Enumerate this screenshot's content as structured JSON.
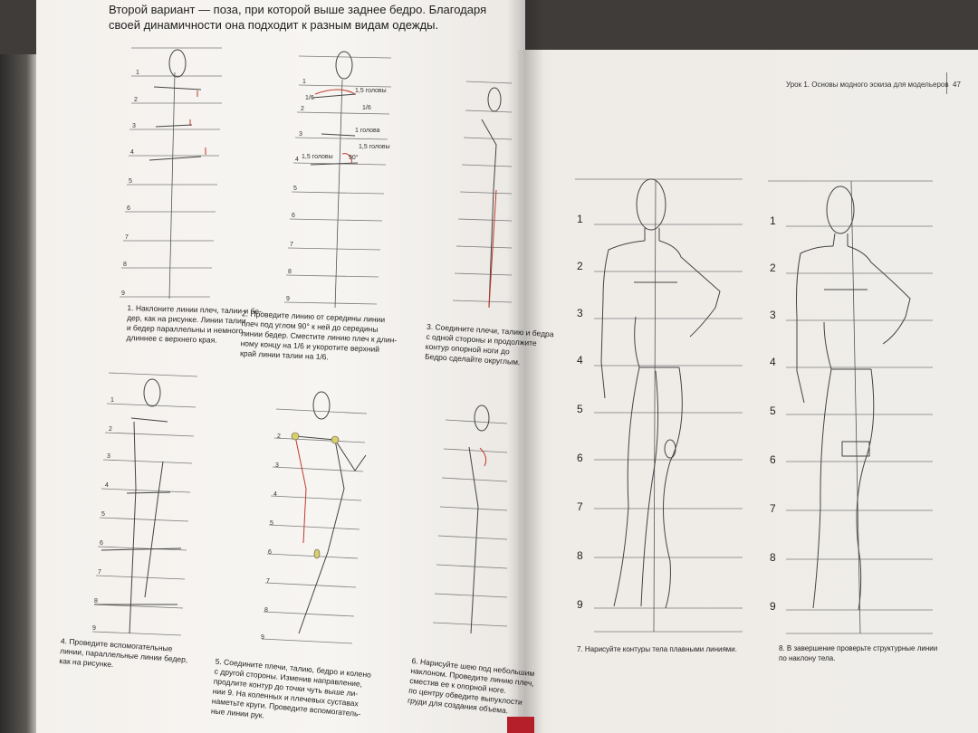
{
  "intro": {
    "line1": "Второй вариант — поза, при которой выше заднее бедро. Благодаря",
    "line2": "своей динамичности она подходит к разным видам одежды."
  },
  "header": {
    "title": "Урок 1. Основы модного эскиза для модельеров",
    "page": "47"
  },
  "annotations": {
    "head_1_5": "1,5 головы",
    "fraction": "1/6",
    "head_1": "1 голова",
    "angle": "90°"
  },
  "grid_numbers": [
    "1",
    "2",
    "3",
    "4",
    "5",
    "6",
    "7",
    "8",
    "9"
  ],
  "captions": {
    "c1": [
      "1. Наклоните линии плеч, талии и бе-",
      "дер, как на рисунке. Линии талии",
      "и бедер параллельны и немного",
      "длиннее с верхнего края."
    ],
    "c2": [
      "2. Проведите линию от середины линии",
      "плеч под углом 90° к ней до середины",
      "линии бедер. Сместите линию плеч к длин-",
      "ному концу на 1/6 и укоротите верхний",
      "край линии талии на 1/6."
    ],
    "c3": [
      "3. Соедините плечи, талию и бедра",
      "с одной стороны и продолжите",
      "контур опорной ноги до",
      "Бедро сделайте округлым."
    ],
    "c4": [
      "4. Проведите вспомогательные",
      "линии, параллельные линии бедер,",
      "как на рисунке."
    ],
    "c5": [
      "5. Соедините плечи, талию, бедро и колено",
      "с другой стороны. Изменив направление,",
      "продлите контур до точки чуть выше ли-",
      "нии 9. На коленных и плечевых суставах",
      "наметьте круги. Проведите вспомогатель-",
      "ные линии рук."
    ],
    "c6": [
      "6. Нарисуйте шею под небольшим",
      "наклоном. Проведите линию плеч,",
      "сместив ее к опорной ноге.",
      "по центру обведите выпуклости",
      "груди для создания объема."
    ],
    "c7": [
      "7. Нарисуйте контуры тела плавными линиями."
    ],
    "c8": [
      "8. В завершение проверьте структурные линии",
      "по наклону тела."
    ]
  }
}
